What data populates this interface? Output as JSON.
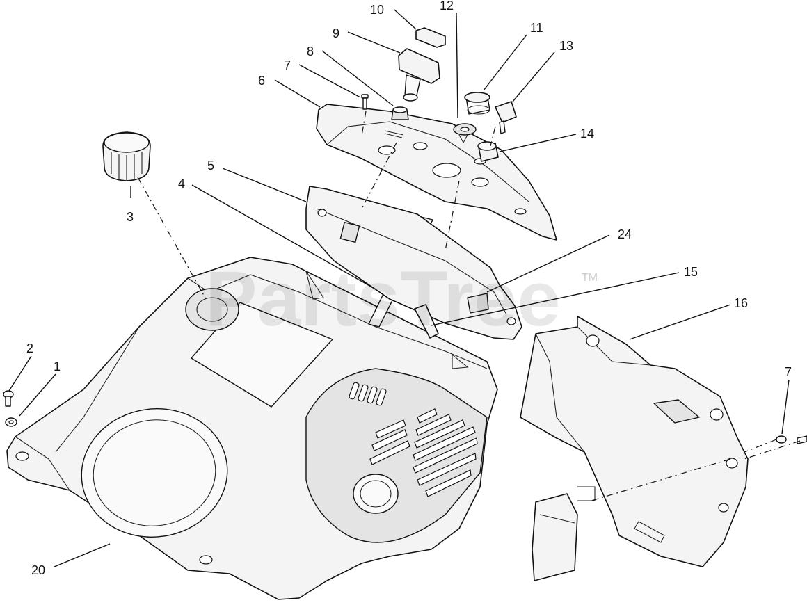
{
  "watermark": {
    "brand": "PartsTree",
    "trademark": "TM"
  },
  "callouts": [
    {
      "id": "c1",
      "label": "1"
    },
    {
      "id": "c2",
      "label": "2"
    },
    {
      "id": "c3",
      "label": "3"
    },
    {
      "id": "c4",
      "label": "4"
    },
    {
      "id": "c5",
      "label": "5"
    },
    {
      "id": "c6",
      "label": "6"
    },
    {
      "id": "c7a",
      "label": "7"
    },
    {
      "id": "c7b",
      "label": "7"
    },
    {
      "id": "c8",
      "label": "8"
    },
    {
      "id": "c9",
      "label": "9"
    },
    {
      "id": "c10",
      "label": "10"
    },
    {
      "id": "c11",
      "label": "11"
    },
    {
      "id": "c12",
      "label": "12"
    },
    {
      "id": "c13",
      "label": "13"
    },
    {
      "id": "c14",
      "label": "14"
    },
    {
      "id": "c15",
      "label": "15"
    },
    {
      "id": "c16",
      "label": "16"
    },
    {
      "id": "c20",
      "label": "20"
    },
    {
      "id": "c24",
      "label": "24"
    }
  ]
}
